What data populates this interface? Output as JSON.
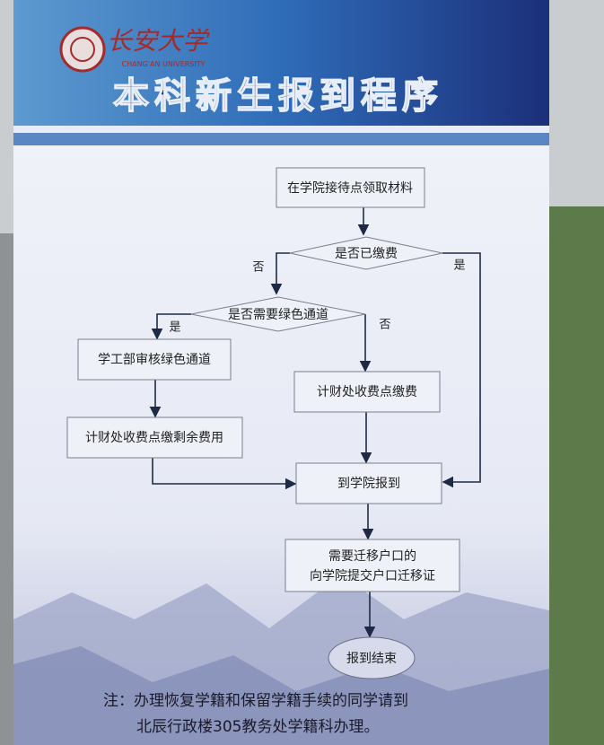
{
  "header": {
    "logo_text": "长安大学",
    "logo_subtext": "CHANG'AN UNIVERSITY",
    "title": "本科新生报到程序"
  },
  "flowchart": {
    "nodes": {
      "start": "在学院接待点领取材料",
      "paid_question": "是否已缴费",
      "green_channel_question": "是否需要绿色通道",
      "green_channel_review": "学工部审核绿色通道",
      "pay_fees": "计财处收费点缴费",
      "pay_remaining": "计财处收费点缴剩余费用",
      "report_college": "到学院报到",
      "hukou_line1": "需要迁移户口的",
      "hukou_line2": "向学院提交户口迁移证",
      "end": "报到结束"
    },
    "labels": {
      "paid_no": "否",
      "paid_yes": "是",
      "green_yes": "是",
      "green_no": "否"
    }
  },
  "note": {
    "line1": "注：办理恢复学籍和保留学籍手续的同学请到",
    "line2": "北辰行政楼305教务处学籍科办理。"
  },
  "colors": {
    "banner": "#2a4f9a",
    "poster_bg": "#eef1f8",
    "mountains": "#8790b8"
  }
}
